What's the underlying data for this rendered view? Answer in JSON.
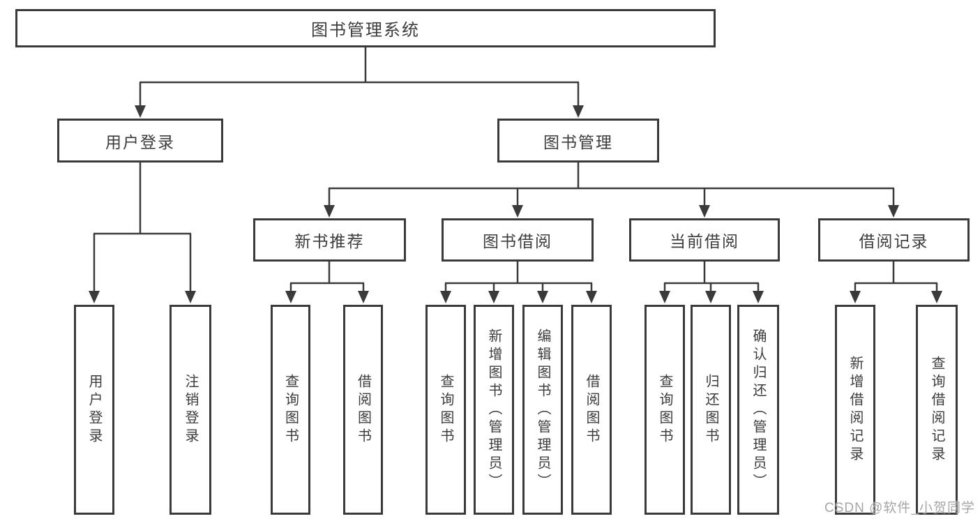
{
  "diagram": {
    "title": "图书管理系统",
    "tree": {
      "label": "图书管理系统",
      "children": [
        {
          "label": "用户登录",
          "children": [
            {
              "label": "用户登录"
            },
            {
              "label": "注销登录"
            }
          ]
        },
        {
          "label": "图书管理",
          "children": [
            {
              "label": "新书推荐",
              "children": [
                {
                  "label": "查询图书"
                },
                {
                  "label": "借阅图书"
                }
              ]
            },
            {
              "label": "图书借阅",
              "children": [
                {
                  "label": "查询图书"
                },
                {
                  "label": "新增图书（管理员）"
                },
                {
                  "label": "编辑图书（管理员）"
                },
                {
                  "label": "借阅图书"
                }
              ]
            },
            {
              "label": "当前借阅",
              "children": [
                {
                  "label": "查询图书"
                },
                {
                  "label": "归还图书"
                },
                {
                  "label": "确认归还（管理员）"
                }
              ]
            },
            {
              "label": "借阅记录",
              "children": [
                {
                  "label": "新增借阅记录"
                },
                {
                  "label": "查询借阅记录"
                }
              ]
            }
          ]
        }
      ]
    },
    "watermark": "CSDN @软件_小贺同学",
    "colors": {
      "line": "#3a3a3a",
      "text": "#3c3c3c",
      "background": "#ffffff",
      "watermark": "#a6a6a6"
    }
  }
}
